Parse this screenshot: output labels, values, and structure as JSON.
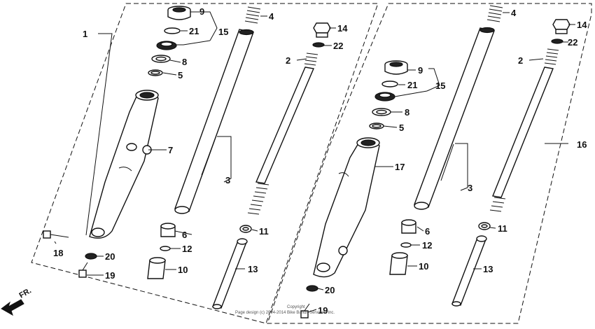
{
  "callouts": {
    "left": {
      "c1": "1",
      "c9": "9",
      "c21": "21",
      "c15": "15",
      "c8": "8",
      "c5": "5",
      "c7": "7",
      "c3": "3",
      "c4": "4",
      "c6": "6",
      "c12": "12",
      "c10": "10",
      "c14": "14",
      "c22": "22",
      "c2": "2",
      "c11": "11",
      "c13": "13",
      "c18": "18",
      "c20": "20",
      "c19": "19"
    },
    "right": {
      "c9": "9",
      "c21": "21",
      "c15": "15",
      "c8": "8",
      "c5": "5",
      "c17": "17",
      "c4": "4",
      "c3": "3",
      "c6": "6",
      "c12": "12",
      "c10": "10",
      "c14": "14",
      "c22": "22",
      "c2": "2",
      "c16": "16",
      "c11": "11",
      "c13": "13",
      "c20": "20",
      "c19": "19"
    }
  },
  "direction_label": "FR.",
  "copyright": {
    "line1": "Copyright",
    "line2": "Page design (c) 2004-2014 Bike Bandit Services, Inc."
  },
  "colors": {
    "ink": "#111111",
    "background": "#ffffff"
  }
}
